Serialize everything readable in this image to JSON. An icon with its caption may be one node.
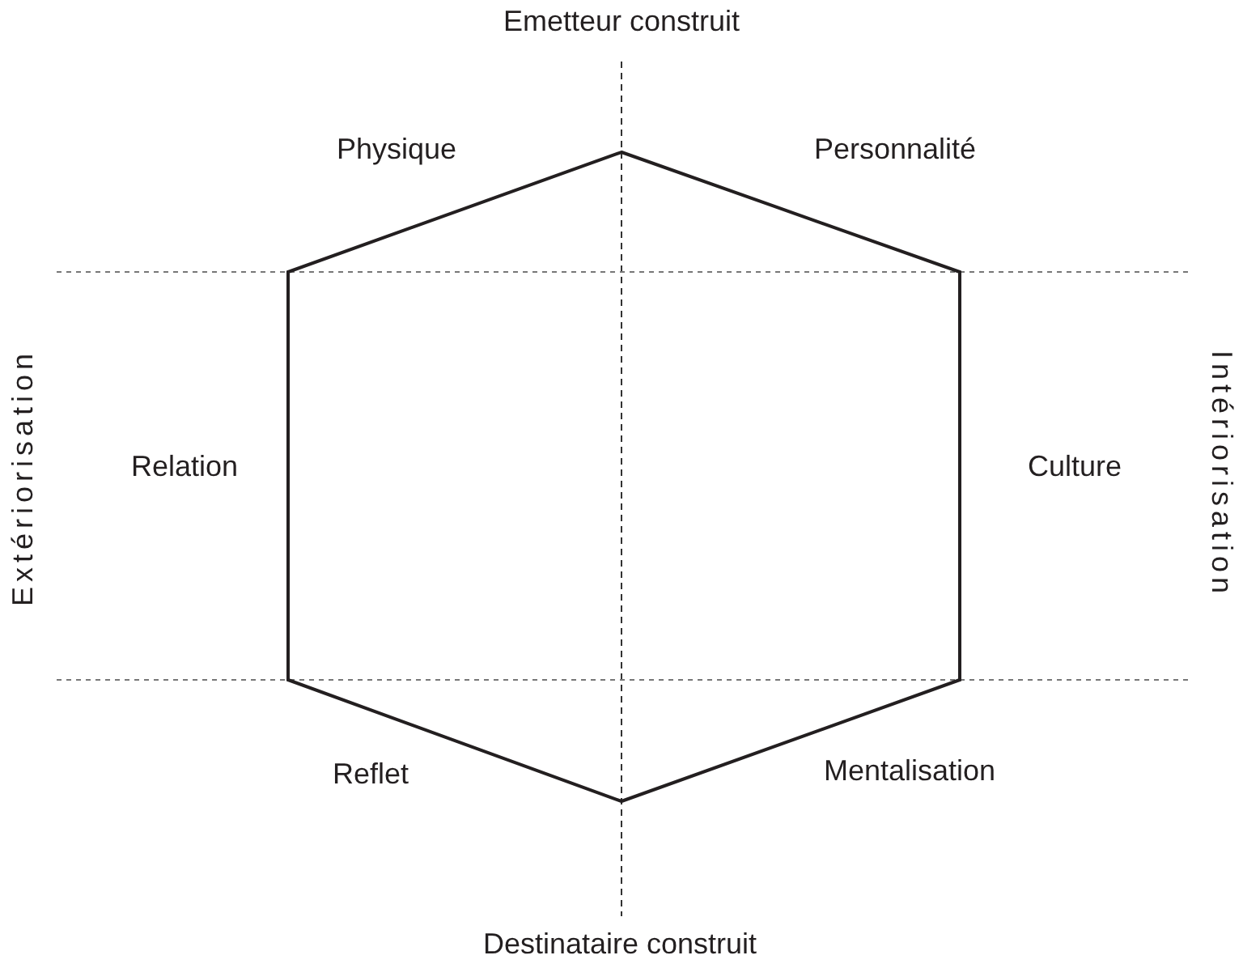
{
  "diagram": {
    "labels": [
      "Emetteur construit",
      "Physique",
      "Personnalité",
      "Extériorisation",
      "Relation",
      "Culture",
      "Intériorisation",
      "Reflet",
      "Mentalisation",
      "Destinataire construit"
    ]
  }
}
